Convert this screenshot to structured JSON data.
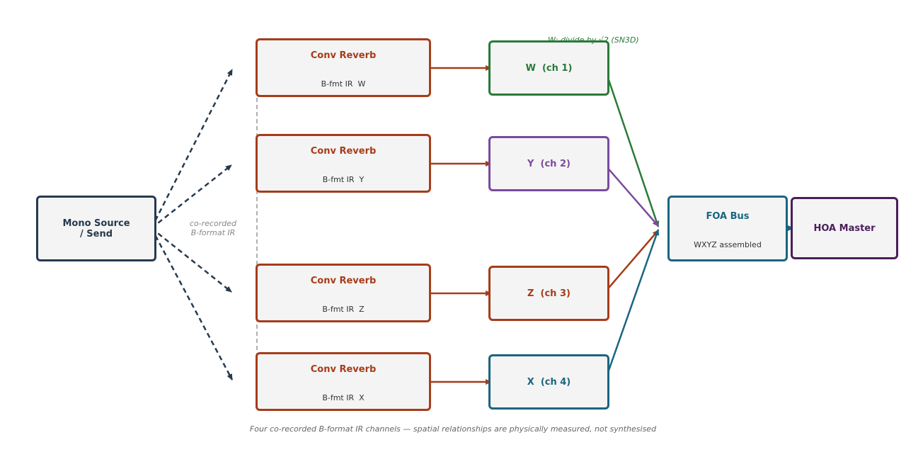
{
  "colors": {
    "navy": "#263a4f",
    "rust": "#a63c1a",
    "green": "#2a7a38",
    "purple": "#7b4a9c",
    "teal": "#1a6580",
    "plum": "#4a1e5a",
    "box_fill": "#f4f4f4",
    "guide_gray": "#b0b0b0"
  },
  "source": {
    "title": "Mono Source\n/ Send"
  },
  "conv": [
    {
      "title": "Conv Reverb",
      "sub": "B-fmt IR  W"
    },
    {
      "title": "Conv Reverb",
      "sub": "B-fmt IR  Y"
    },
    {
      "title": "Conv Reverb",
      "sub": "B-fmt IR  Z"
    },
    {
      "title": "Conv Reverb",
      "sub": "B-fmt IR  X"
    }
  ],
  "channels": [
    {
      "label": "W  (ch 1)",
      "color": "#2a7a38"
    },
    {
      "label": "Y  (ch 2)",
      "color": "#7b4a9c"
    },
    {
      "label": "Z  (ch 3)",
      "color": "#a63c1a"
    },
    {
      "label": "X  (ch 4)",
      "color": "#1a6580"
    }
  ],
  "foa": {
    "title": "FOA Bus",
    "sub": "WXYZ assembled"
  },
  "hoa": {
    "title": "HOA Master"
  },
  "annotations": {
    "w_note": "W: divide by √2  (SN3D)",
    "corecorded": "co-recorded\nB-format IR",
    "caption": "Four co-recorded B-format IR channels — spatial relationships are physically measured, not synthesised"
  }
}
